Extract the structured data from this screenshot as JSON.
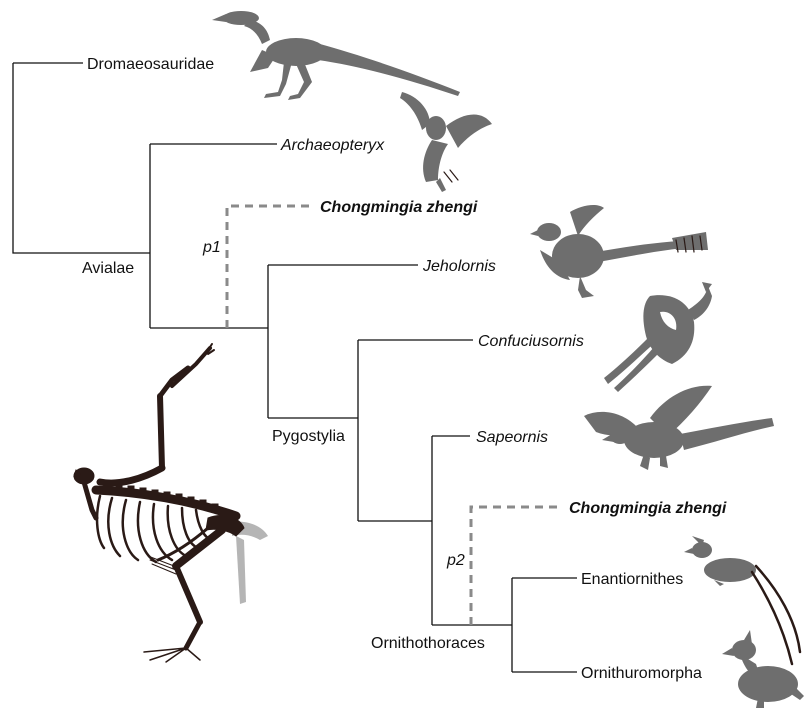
{
  "taxa": {
    "dromaeosauridae": "Dromaeosauridae",
    "archaeopteryx": "Archaeopteryx",
    "chongmingia_1": "Chongmingia zhengi",
    "jeholornis": "Jeholornis",
    "confuciusornis": "Confuciusornis",
    "sapeornis": "Sapeornis",
    "chongmingia_2": "Chongmingia zhengi",
    "enantiornithes": "Enantiornithes",
    "ornithuromorpha": "Ornithuromorpha"
  },
  "clades": {
    "avialae": "Avialae",
    "pygostylia": "Pygostylia",
    "ornithothoraces": "Ornithothoraces"
  },
  "placements": {
    "p1": "p1",
    "p2": "p2"
  },
  "colors": {
    "branch": "#111111",
    "dashed_branch": "#8a8a8a",
    "silhouette": "#6e6e6e",
    "fossil_bone": "#2a1a16",
    "fossil_tail": "#b5b5b5"
  },
  "icons": [
    "dromaeosaur-silhouette-icon",
    "archaeopteryx-silhouette-icon",
    "jeholornis-silhouette-icon",
    "confuciusornis-silhouette-icon",
    "sapeornis-silhouette-icon",
    "enantiornithes-silhouette-icon",
    "ornithuromorpha-silhouette-icon",
    "skeleton-reconstruction-icon"
  ]
}
